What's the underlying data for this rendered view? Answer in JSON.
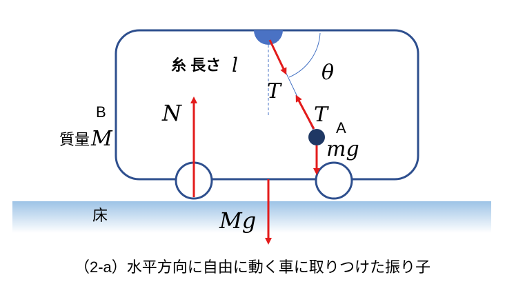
{
  "labels": {
    "string_length_text": "糸 長さ",
    "string_length_symbol": "l",
    "angle": "θ",
    "tension_upper": "T",
    "tension_lower": "T",
    "point_a": "A",
    "point_b": "B",
    "mass_small": "mg",
    "mass_label_text": "質量",
    "mass_label_symbol": "M",
    "normal_force": "N",
    "floor": "床",
    "total_weight": "Mg"
  },
  "caption": "（2-a）水平方向に自由に動く車に取りつけた振り子",
  "colors": {
    "outline": "#2E4F8E",
    "pivot": "#4A72C4",
    "bob": "#1F3864",
    "arrow": "#E31B1B",
    "floor_top": "#9DC3E6",
    "floor_bottom": "#FFFFFF",
    "text": "#000000"
  }
}
